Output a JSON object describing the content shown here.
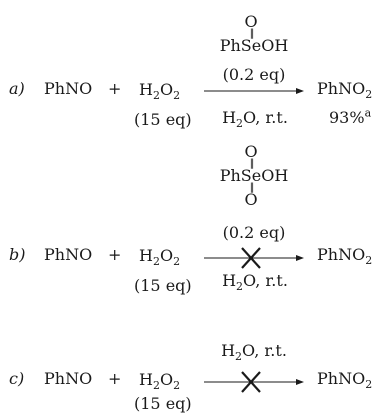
{
  "reactions": [
    {
      "label": "a)",
      "reactant1": "PhNO",
      "plus": "+",
      "reactant2": {
        "base": "H",
        "sub1": "2",
        "mid": "O",
        "sub2": "2"
      },
      "reactant2_amount": "(15 eq)",
      "catalyst": {
        "o_top": "O",
        "prefix": "Ph",
        "atom": "Se",
        "suffix": "OH",
        "o_bottom": ""
      },
      "catalyst_amount": "(0.2 eq)",
      "conditions": {
        "prefix": "H",
        "sub": "2",
        "rest": "O, r.t."
      },
      "product": {
        "base": "PhNO",
        "sub": "2"
      },
      "yield": {
        "value": "93%",
        "footnote": "a"
      },
      "blocked": false
    },
    {
      "label": "b)",
      "reactant1": "PhNO",
      "plus": "+",
      "reactant2": {
        "base": "H",
        "sub1": "2",
        "mid": "O",
        "sub2": "2"
      },
      "reactant2_amount": "(15 eq)",
      "catalyst": {
        "o_top": "O",
        "prefix": "Ph",
        "atom": "Se",
        "suffix": "OH",
        "o_bottom": "O"
      },
      "catalyst_amount": "(0.2 eq)",
      "conditions": {
        "prefix": "H",
        "sub": "2",
        "rest": "O, r.t."
      },
      "product": {
        "base": "PhNO",
        "sub": "2"
      },
      "blocked": true
    },
    {
      "label": "c)",
      "reactant1": "PhNO",
      "plus": "+",
      "reactant2": {
        "base": "H",
        "sub1": "2",
        "mid": "O",
        "sub2": "2"
      },
      "reactant2_amount": "(15 eq)",
      "conditions": {
        "prefix": "H",
        "sub": "2",
        "rest": "O, r.t."
      },
      "product": {
        "base": "PhNO",
        "sub": "2"
      },
      "blocked": true
    }
  ],
  "colors": {
    "ink": "#1a1a1a",
    "background": "#ffffff"
  }
}
